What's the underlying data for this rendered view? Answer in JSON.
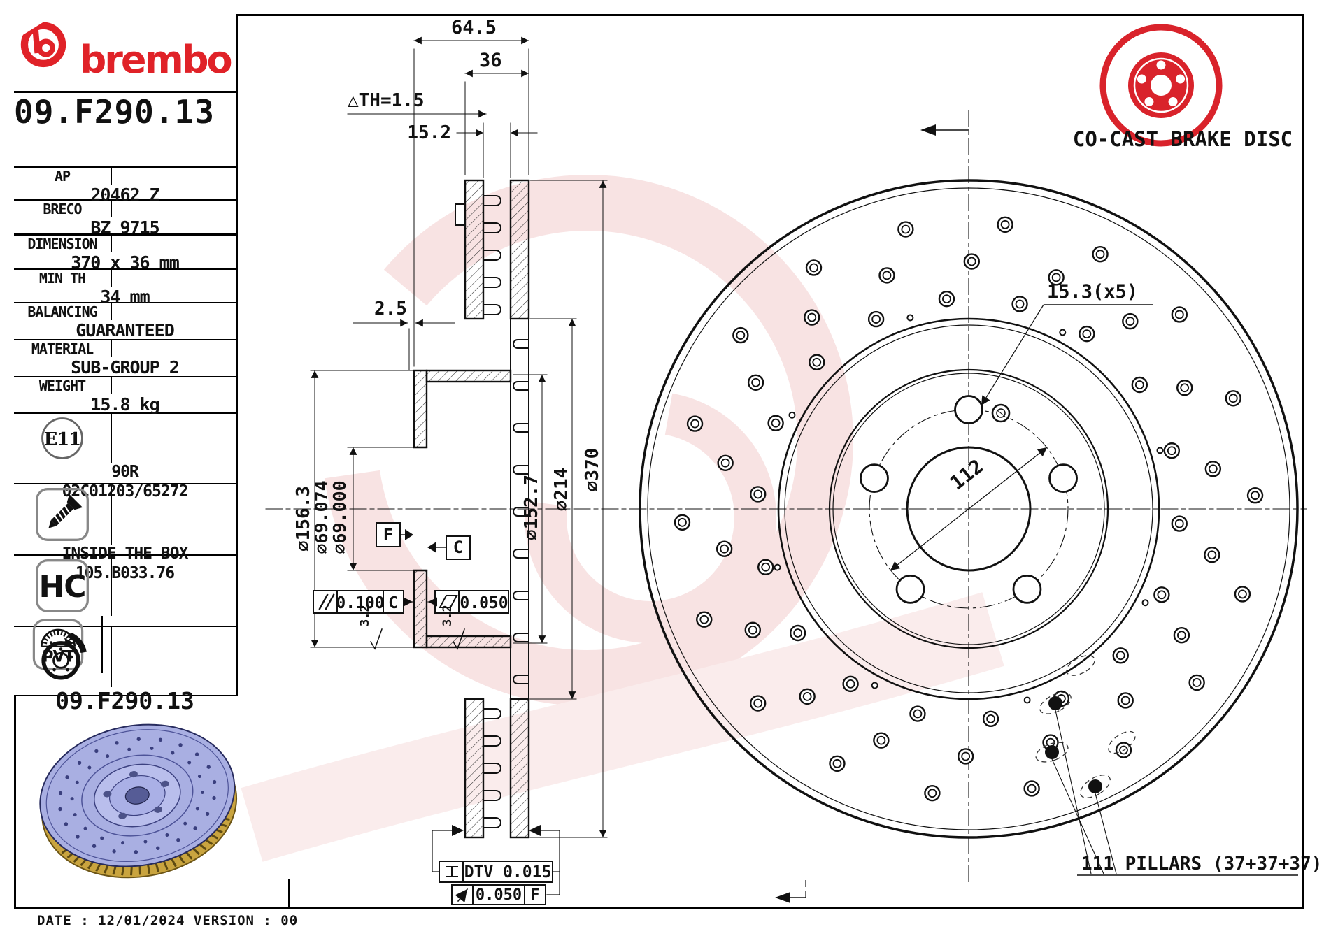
{
  "brand": {
    "wordmark": "brembo"
  },
  "part_number": "09.F290.13",
  "specs": [
    {
      "label": "AP",
      "value": "20462 Z"
    },
    {
      "label": "BRECO",
      "value": "BZ 9715"
    },
    {
      "label": "DIMENSION",
      "value": "370 x 36 mm"
    },
    {
      "label": "MIN TH",
      "value": "34 mm"
    },
    {
      "label": "BALANCING",
      "value": "GUARANTEED"
    },
    {
      "label": "MATERIAL",
      "value": "SUB-GROUP 2"
    },
    {
      "label": "WEIGHT",
      "value": "15.8 kg"
    }
  ],
  "e_mark": {
    "badge": "E11",
    "line1": "90R",
    "line2": "02C01203/65272"
  },
  "inside_box": {
    "title": "INSIDE THE BOX",
    "code": "105.B033.76"
  },
  "badges": {
    "hc": "HC",
    "pvt": "PVT"
  },
  "bottom_part_number": "09.F290.13",
  "footer": {
    "text": "DATE : 12/01/2024 VERSION : 00"
  },
  "co_cast": {
    "label": "CO-CAST BRAKE DISC"
  },
  "section": {
    "dims": {
      "width_overall": "64.5",
      "width_disc": "36",
      "min_th": "△TH=1.5",
      "dim_15_2": "15.2",
      "dim_2_5": "2.5",
      "dia_hat": "⌀156.3",
      "dia_bore_max": "⌀69.074",
      "dia_bore_min": "⌀69.000",
      "dia_152_7": "⌀152.7",
      "dia_vane": "⌀214",
      "dia_outer": "⌀370",
      "finish_left": "3.2",
      "finish_right": "3.2"
    },
    "frames": {
      "parallelism_value": "0.100",
      "parallelism_datum": "C",
      "flatness_value": "0.050",
      "dtv_value": "DTV 0.015",
      "runout_value": "0.050",
      "runout_datum": "F"
    },
    "datums": {
      "f": "F",
      "c": "C"
    }
  },
  "front": {
    "bolt_holes": "15.3(x5)",
    "pcd": "112",
    "pillars": "111 PILLARS (37+37+37)"
  }
}
